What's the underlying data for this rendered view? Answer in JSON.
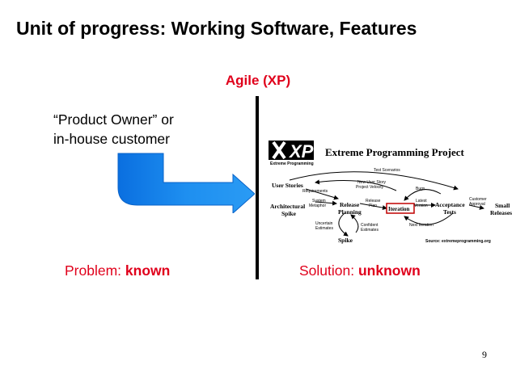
{
  "slide": {
    "title": "Unit of progress: Working Software, Features",
    "agile_label": "Agile (XP)",
    "product_owner_line1": "“Product Owner” or",
    "product_owner_line2": "in-house customer",
    "problem_prefix": "Problem: ",
    "problem_value": "known",
    "solution_prefix": "Solution: ",
    "solution_value": "unknown",
    "page_number": "9"
  },
  "xp_diagram": {
    "logo_text": "XP",
    "logo_subtext": "Extreme Programming",
    "heading": "Extreme Programming Project",
    "nodes": {
      "user_stories": "User Stories",
      "architectural_line1": "Architectural",
      "architectural_line2": "Spike",
      "release_line1": "Release",
      "release_line2": "Planning",
      "iteration": "Iteration",
      "acceptance_line1": "Acceptance",
      "acceptance_line2": "Tests",
      "small_line1": "Small",
      "small_line2": "Releases",
      "spike": "Spike"
    },
    "edge_labels": {
      "test_scenarios": "Test Scenarios",
      "requirements": "Requirements",
      "new_user_story_line1": "New User Story",
      "new_user_story_line2": "Project Velocity",
      "bugs": "Bugs",
      "system_metaphor_line1": "System",
      "system_metaphor_line2": "Metaphor",
      "release_plan_line1": "Release",
      "release_plan_line2": "Plan",
      "latest_version_line1": "Latest",
      "latest_version_line2": "Version",
      "customer_approval_line1": "Customer",
      "customer_approval_line2": "Approval",
      "uncertain_line1": "Uncertain",
      "uncertain_line2": "Estimates",
      "confident_line1": "Confident",
      "confident_line2": "Estimates",
      "next_iteration": "Next Iteration"
    },
    "source": "Source: extremeprogramming.org"
  },
  "colors": {
    "accent_red": "#e0001b",
    "arrow_blue": "#1e8ff0"
  }
}
